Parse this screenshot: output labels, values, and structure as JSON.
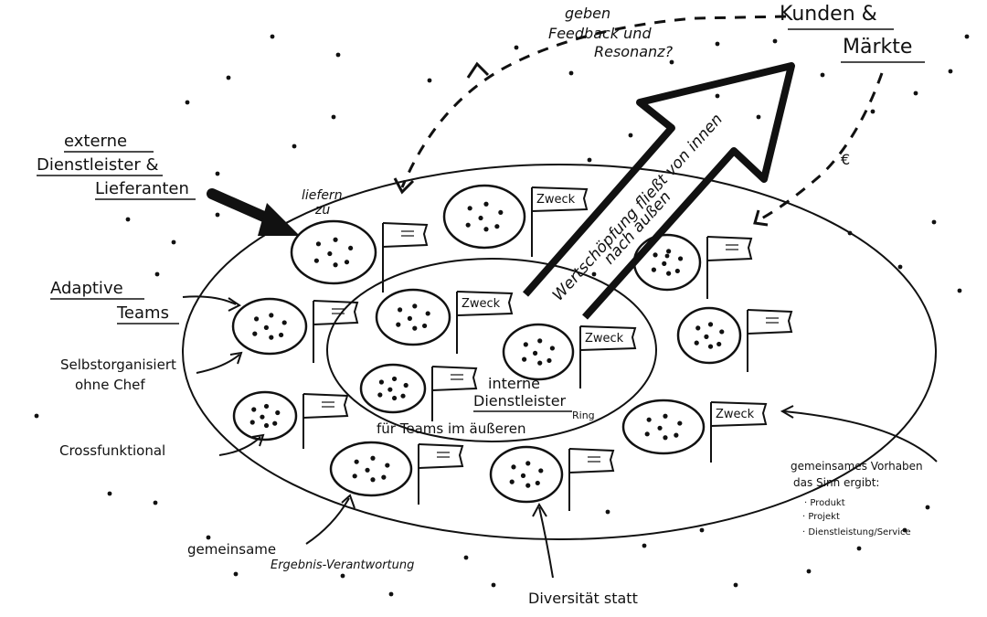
{
  "labels": {
    "feedback_line1": "geben",
    "feedback_line2": "Feedback und",
    "feedback_line3": "Resonanz?",
    "kunden_line1": "Kunden &",
    "kunden_line2": "Märkte",
    "extern_line1": "externe",
    "extern_line2": "Dienstleister &",
    "extern_line3": "Lieferanten",
    "liefern_line1": "liefern",
    "liefern_line2": "zu",
    "adaptive_line1": "Adaptive",
    "adaptive_line2": "Teams",
    "selbst_line1": "Selbstorganisiert",
    "selbst_line2": "ohne Chef",
    "cross": "Crossfunktional",
    "gemeinsame_line1": "gemeinsame",
    "gemeinsame_line2": "Ergebnis-Verantwortung",
    "diversitaet": "Diversität statt",
    "vorhaben_line1": "gemeinsames Vorhaben",
    "vorhaben_line2": "das Sinn ergibt:",
    "vorhaben_item1": "· Produkt",
    "vorhaben_item2": "· Projekt",
    "vorhaben_item3": "· Dienstleistung/Service",
    "interne_line1": "interne",
    "interne_line2": "Dienstleister",
    "interne_line3": "Ring",
    "interne_line4": "für Teams im äußeren",
    "wert_line1": "Wertschöpfung fließt von innen",
    "wert_line2": "nach außen",
    "euro": "€"
  },
  "flags": {
    "zweck": "Zweck"
  },
  "colors": {
    "ink": "#111111",
    "paper": "#ffffff"
  }
}
